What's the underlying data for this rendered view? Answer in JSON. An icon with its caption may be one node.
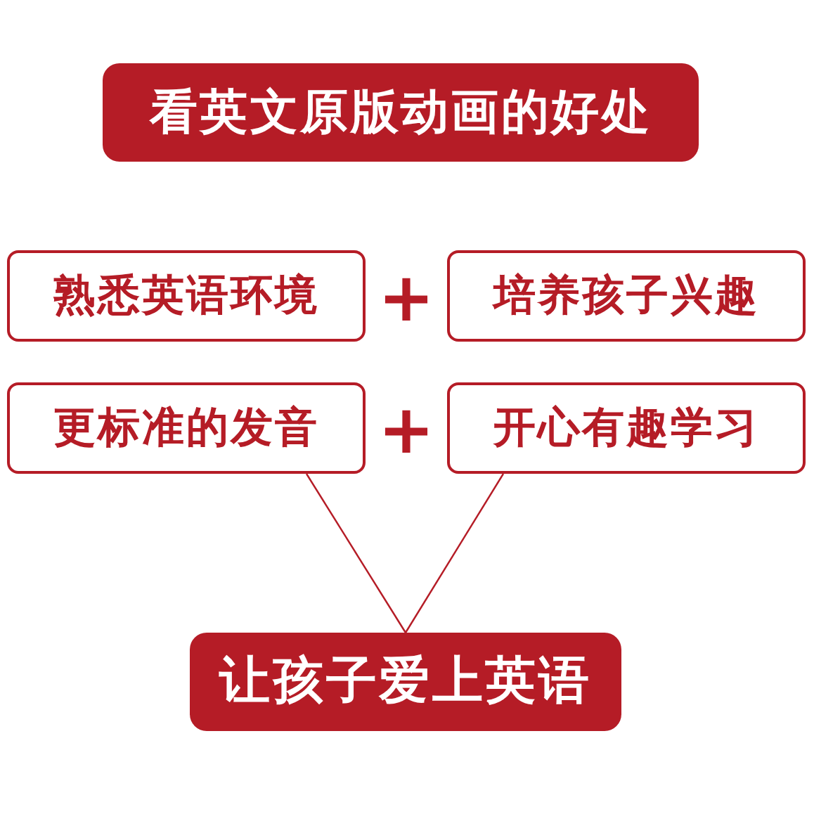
{
  "diagram": {
    "nodes": [
      {
        "text": [
          "看英文原版动画的好处"
        ]
      },
      {
        "text": [
          "熟悉英语环境"
        ]
      },
      {
        "text": [
          "培养孩子兴趣"
        ]
      },
      {
        "text": [
          "更标准的发音"
        ]
      },
      {
        "text": [
          "开心有趣学习"
        ]
      },
      {
        "text": [
          "让孩子爱上英语"
        ]
      }
    ],
    "edges": [
      {
        "from": 3,
        "to": 5,
        "arrow": "none"
      },
      {
        "from": 4,
        "to": 5,
        "arrow": "none"
      }
    ],
    "labels": [
      "+",
      "+"
    ]
  }
}
